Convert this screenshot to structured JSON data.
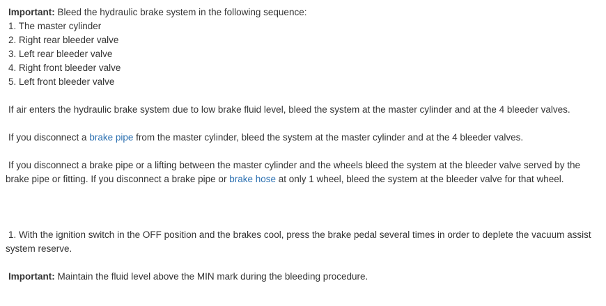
{
  "important1": {
    "label": "Important:",
    "text": " Bleed the hydraulic brake system in the following sequence:"
  },
  "sequence": [
    "1. The master cylinder",
    "2. Right rear bleeder valve",
    "3. Left rear bleeder valve",
    "4. Right front bleeder valve",
    "5. Left front bleeder valve"
  ],
  "para_air": "If air enters the hydraulic brake system due to low brake fluid level, bleed the system at the master cylinder and at the 4 bleeder valves.",
  "para_disconnect": {
    "before": "If you disconnect a ",
    "link": "brake pipe",
    "after": " from the master cylinder, bleed the system at the master cylinder and at the 4 bleeder valves."
  },
  "para_lifting": {
    "part1": "If you disconnect a brake pipe or a lifting between the master cylinder and the wheels bleed the system at the bleeder valve served by the brake pipe or fitting. If you disconnect a brake pipe or ",
    "link": "brake hose",
    "part2": " at only 1 wheel, bleed the system at the bleeder valve for that wheel."
  },
  "step1": "1. With the ignition switch in the OFF position and the brakes cool, press the brake pedal several times in order to deplete the vacuum assist system reserve.",
  "important2": {
    "label": "Important:",
    "text": " Maintain the fluid level above the MIN mark during the bleeding procedure."
  }
}
